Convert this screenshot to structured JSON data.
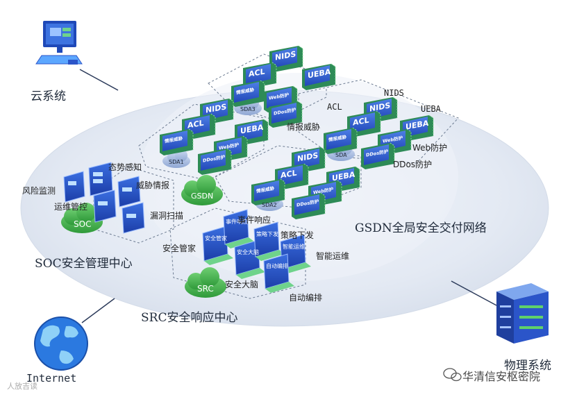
{
  "labels": {
    "cloud_system": "云系统",
    "physical_system": "物理系统",
    "internet": "Internet",
    "soc_center": "SOC安全管理中心",
    "src_center": "SRC安全响应中心",
    "gsdn_network": "GSDN全局安全交付网络",
    "soc": "SOC",
    "src": "SRC",
    "gsdn": "GSDN",
    "sda1": "SDA1",
    "sda2": "SDA2",
    "sda3": "SDA3",
    "sda": "SDA"
  },
  "soc_items": {
    "situation": "态势感知",
    "risk_monitor": "风险监测",
    "threat_intel": "威胁情报",
    "ops_control": "运维管控",
    "vuln_scan": "漏洞扫描"
  },
  "src_items": {
    "security_keeper": "安全管家",
    "event_response": "事件响应",
    "policy_issue": "策略下发",
    "smart_ops": "智能运维",
    "security_brain": "安全大脑",
    "auto_orchestration": "自动编排"
  },
  "gsdn_items": {
    "acl": "ACL",
    "nids": "NIDS",
    "ueba": "UEBA",
    "intel_threat": "情报威胁",
    "web_protect": "Web防护",
    "ddos_protect": "DDos防护"
  },
  "block_texts": {
    "nids": "NIDS",
    "acl": "ACL",
    "ueba": "UEBA",
    "intel": "情报威胁",
    "web": "Web防护",
    "ddos": "DDos防护"
  },
  "src_screens": {
    "event_response": "事件响应",
    "policy_issue": "策略下发",
    "smart_ops": "智能运维",
    "security_keeper": "安全管家",
    "security_brain": "安全大脑",
    "auto_orchestration": "自动编排"
  },
  "watermark": {
    "main": "华清信安枢密院",
    "sub": "人放吉读"
  },
  "colors": {
    "block_green": "#2e8b57",
    "block_blue": "#3566d9",
    "cloud_green": "#4caf50",
    "ellipse_fill": "#e6ecf5",
    "screen_blue": "#2b55c9"
  }
}
